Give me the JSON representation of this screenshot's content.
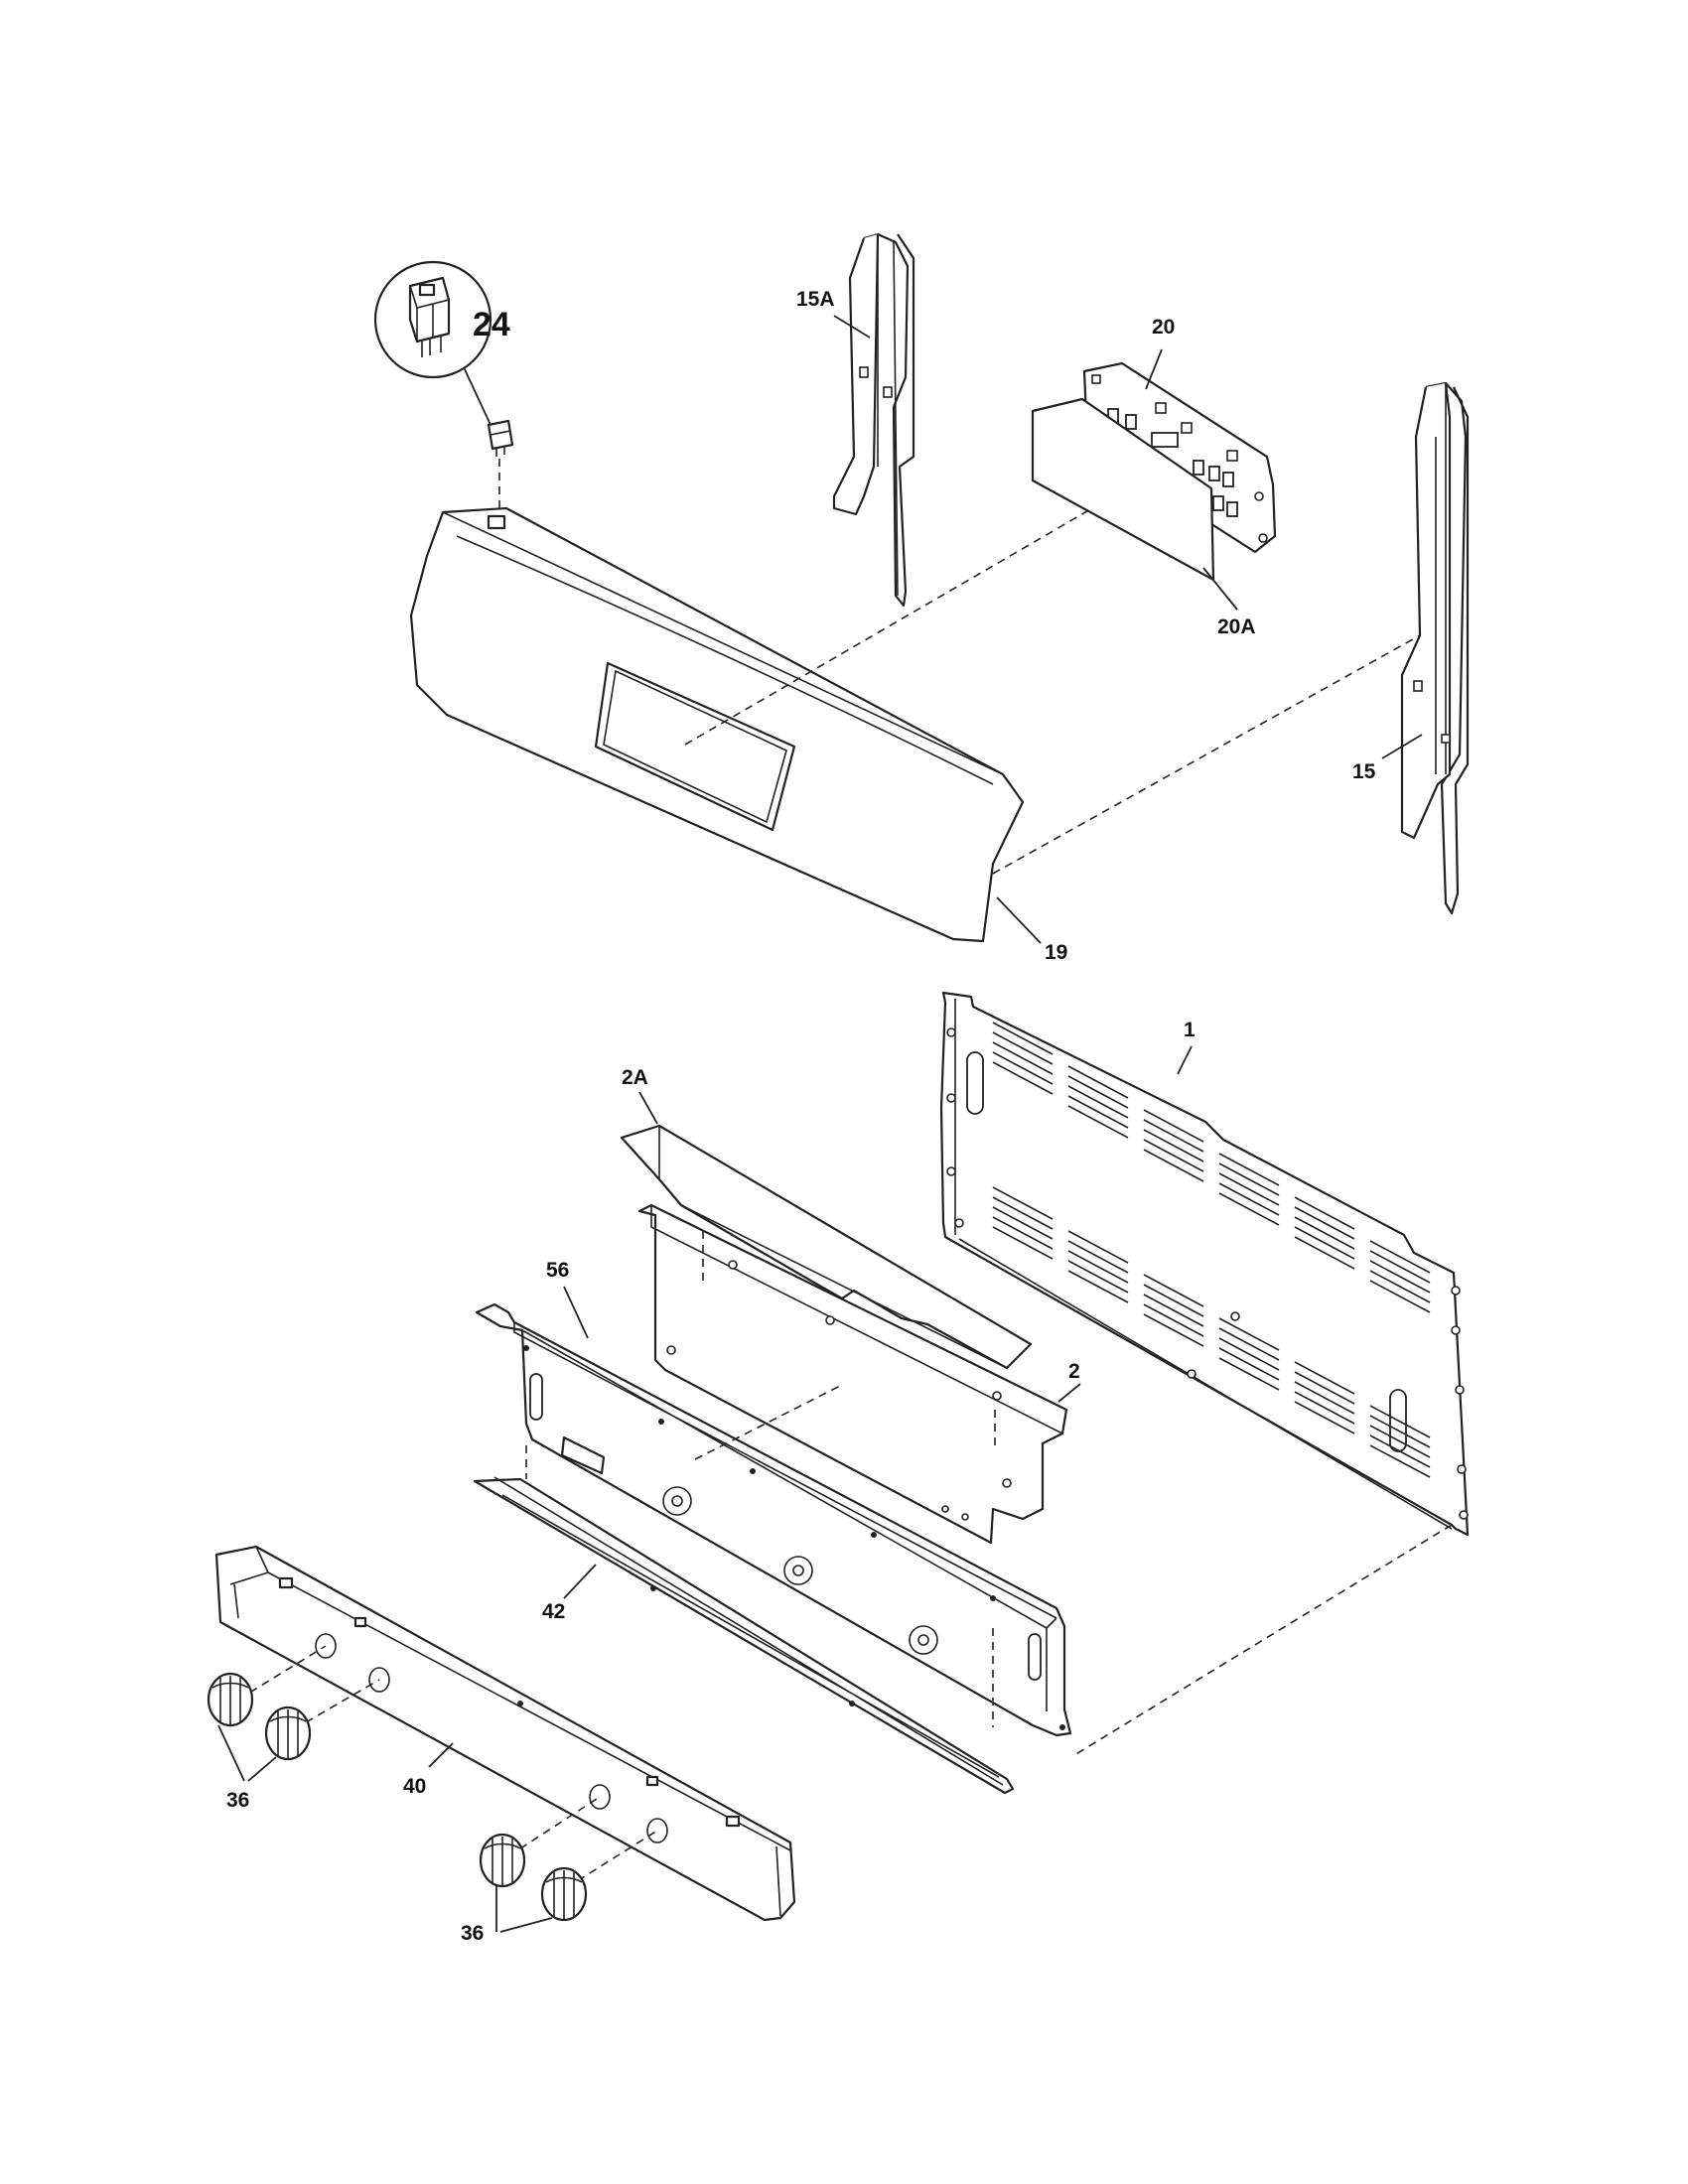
{
  "diagram": {
    "callouts": {
      "c24": "24",
      "c15a": "15A",
      "c20": "20",
      "c20a": "20A",
      "c15": "15",
      "c19": "19",
      "c1": "1",
      "c2a": "2A",
      "c56": "56",
      "c2": "2",
      "c42": "42",
      "c36_left": "36",
      "c40": "40",
      "c36_right": "36"
    }
  }
}
